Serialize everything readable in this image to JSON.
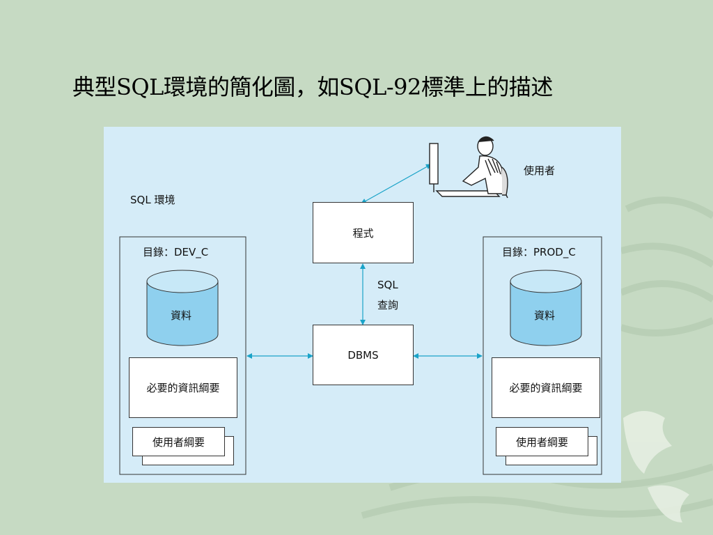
{
  "title": "典型SQL環境的簡化圖，如SQL-92標準上的描述",
  "diagram": {
    "env_label": "SQL 環境",
    "user_label": "使用者",
    "program_label": "程式",
    "sql_query_line1": "SQL",
    "sql_query_line2": "查詢",
    "dbms_label": "DBMS",
    "left_catalog": {
      "title": "目錄：DEV_C",
      "data_label": "資料",
      "schema_label": "必要的資訊綱要",
      "user_schema_label": "使用者綱要"
    },
    "right_catalog": {
      "title": "目錄：PROD_C",
      "data_label": "資料",
      "schema_label": "必要的資訊綱要",
      "user_schema_label": "使用者綱要"
    },
    "colors": {
      "panel": "#d5ecf8",
      "cylinder": "#8fd0ee",
      "arrow": "#1aa3c8",
      "slide_bg": "#c6dac3"
    }
  }
}
